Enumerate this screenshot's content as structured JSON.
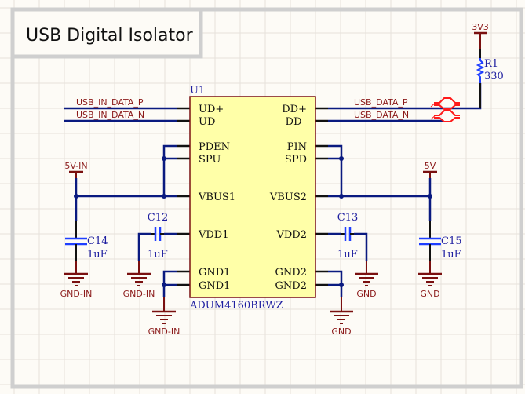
{
  "sheet": {
    "title": "USB Digital Isolator"
  },
  "colors": {
    "background": "#fdfbf6",
    "grid": "#e4e1da",
    "border": "#cfcfcf",
    "wire": "#0a1a80",
    "pin_stub": "#111111",
    "power": "#7a1010",
    "component": "#1f3fff",
    "chip_fill": "#ffffa8",
    "chip_outline": "#7a1010",
    "diff_pair": "#ff1a1a"
  },
  "chip": {
    "designator": "U1",
    "part": "ADUM4160BRWZ",
    "left_pins": [
      "UD+",
      "UD–",
      "PDEN",
      "SPU",
      "VBUS1",
      "VDD1",
      "GND1",
      "GND1"
    ],
    "right_pins": [
      "DD+",
      "DD–",
      "PIN",
      "SPD",
      "VBUS2",
      "VDD2",
      "GND2",
      "GND2"
    ]
  },
  "nets": {
    "usb_in_p": "USB_IN_DATA_P",
    "usb_in_n": "USB_IN_DATA_N",
    "usb_p": "USB_DATA_P",
    "usb_n": "USB_DATA_N"
  },
  "power_ports": {
    "v5_in": "5V-IN",
    "v5": "5V",
    "v3v3": "3V3",
    "gnd_in_1": "GND-IN",
    "gnd_in_2": "GND-IN",
    "gnd_in_3": "GND-IN",
    "gnd_1": "GND",
    "gnd_2": "GND",
    "gnd_3": "GND"
  },
  "components": {
    "r1": {
      "designator": "R1",
      "value": "330"
    },
    "c12": {
      "designator": "C12",
      "value": "1uF"
    },
    "c13": {
      "designator": "C13",
      "value": "1uF"
    },
    "c14": {
      "designator": "C14",
      "value": "1uF"
    },
    "c15": {
      "designator": "C15",
      "value": "1uF"
    }
  }
}
